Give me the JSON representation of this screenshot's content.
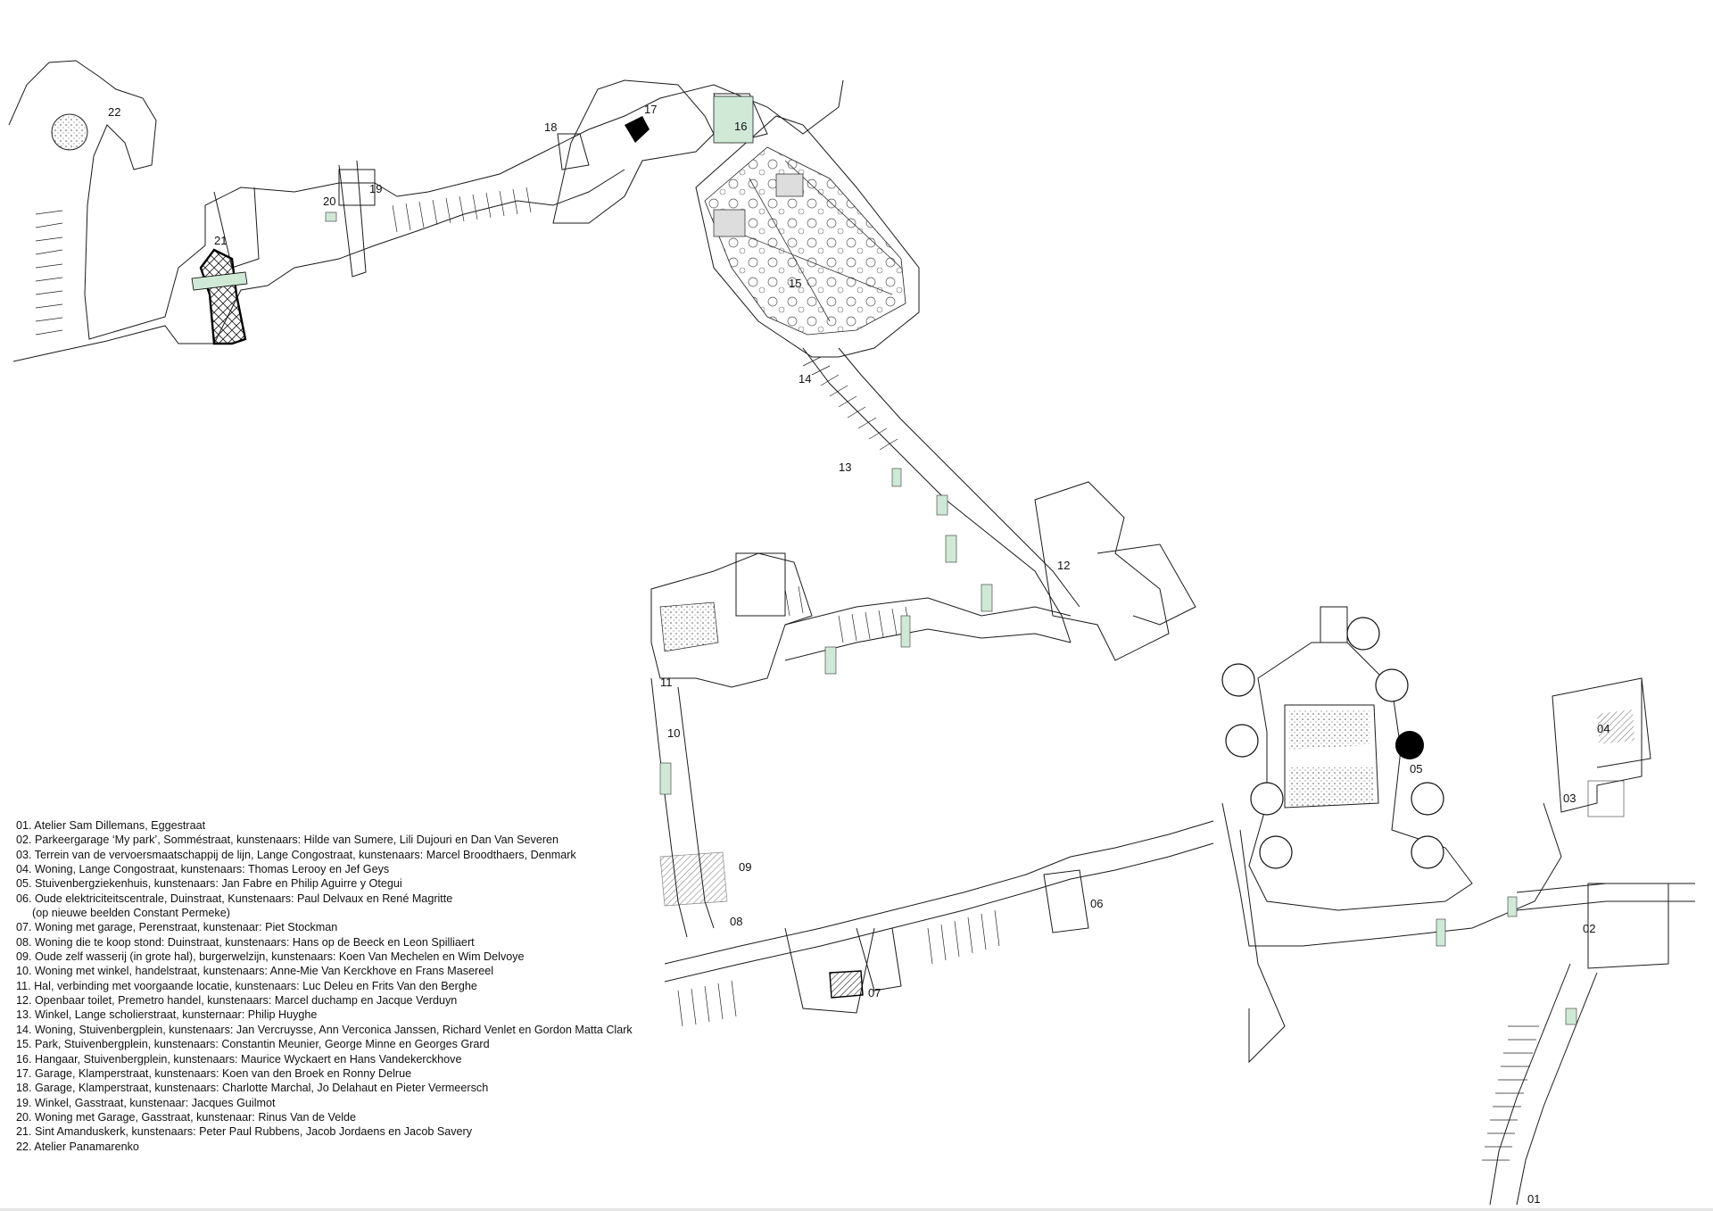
{
  "map": {
    "site_labels": [
      {
        "id": "22",
        "text": "22"
      },
      {
        "id": "21",
        "text": "21"
      },
      {
        "id": "20",
        "text": "20"
      },
      {
        "id": "19",
        "text": "19"
      },
      {
        "id": "18",
        "text": "18"
      },
      {
        "id": "17",
        "text": "17"
      },
      {
        "id": "16",
        "text": "16"
      },
      {
        "id": "15",
        "text": "15"
      },
      {
        "id": "14",
        "text": "14"
      },
      {
        "id": "13",
        "text": "13"
      },
      {
        "id": "12",
        "text": "12"
      },
      {
        "id": "11",
        "text": "11"
      },
      {
        "id": "10",
        "text": "10"
      },
      {
        "id": "09",
        "text": "09"
      },
      {
        "id": "08",
        "text": "08"
      },
      {
        "id": "07",
        "text": "07"
      },
      {
        "id": "06",
        "text": "06"
      },
      {
        "id": "05",
        "text": "05"
      },
      {
        "id": "04",
        "text": "04"
      },
      {
        "id": "03",
        "text": "03"
      },
      {
        "id": "02",
        "text": "02"
      },
      {
        "id": "01",
        "text": "01"
      }
    ],
    "colors": {
      "line": "#1a1a1a",
      "green_space": "#cfe9d6",
      "highlight": "#000000",
      "background": "#ffffff"
    }
  },
  "legend": {
    "items": [
      "01. Atelier Sam Dillemans, Eggestraat",
      "02. Parkeergarage ‘My park’, Somméstraat, kunstenaars: Hilde van Sumere, Lili Dujouri en Dan Van Severen",
      "03. Terrein van de vervoersmaatschappij de lijn, Lange Congostraat, kunstenaars: Marcel Broodthaers, Denmark",
      "04. Woning, Lange Congostraat, kunstenaars: Thomas Lerooy en Jef Geys",
      "05. Stuivenbergziekenhuis, kunstenaars: Jan Fabre en Philip Aguirre y Otegui",
      "06. Oude elektriciteitscentrale, Duinstraat, Kunstenaars: Paul Delvaux en René Magritte",
      "(op nieuwe beelden Constant Permeke)",
      "07. Woning met garage, Perenstraat, kunstenaar: Piet Stockman",
      "08. Woning die te koop stond: Duinstraat, kunstenaars: Hans op de Beeck en Leon Spilliaert",
      "09. Oude zelf wasserij (in grote hal), burgerwelzijn, kunstenaars: Koen Van Mechelen en Wim Delvoye",
      "10. Woning met winkel, handelstraat, kunstenaars: Anne-Mie Van Kerckhove en Frans Masereel",
      "11. Hal, verbinding met voorgaande locatie, kunstenaars: Luc Deleu en Frits Van den Berghe",
      "12. Openbaar toilet, Premetro handel, kunstenaars: Marcel duchamp en Jacque Verduyn",
      "13. Winkel, Lange scholierstraat, kunsternaar: Philip Huyghe",
      "14. Woning, Stuivenbergplein, kunstenaars: Jan Vercruysse, Ann Verconica Janssen, Richard Venlet en Gordon Matta Clark",
      "15. Park, Stuivenbergplein, kunstenaars: Constantin Meunier, George Minne en Georges Grard",
      "16. Hangaar, Stuivenbergplein, kunstenaars: Maurice Wyckaert en Hans Vandekerckhove",
      "17. Garage, Klamperstraat, kunstenaars: Koen van den Broek en Ronny Delrue",
      "18. Garage, Klamperstraat, kunstenaars: Charlotte Marchal, Jo Delahaut en Pieter Vermeersch",
      "19. Winkel, Gasstraat, kunstenaar: Jacques Guilmot",
      "20. Woning met Garage, Gasstraat, kunstenaar: Rinus Van de Velde",
      "21. Sint Amanduskerk, kunstenaars: Peter Paul Rubbens, Jacob Jordaens en Jacob Savery",
      "22. Atelier Panamarenko"
    ]
  }
}
